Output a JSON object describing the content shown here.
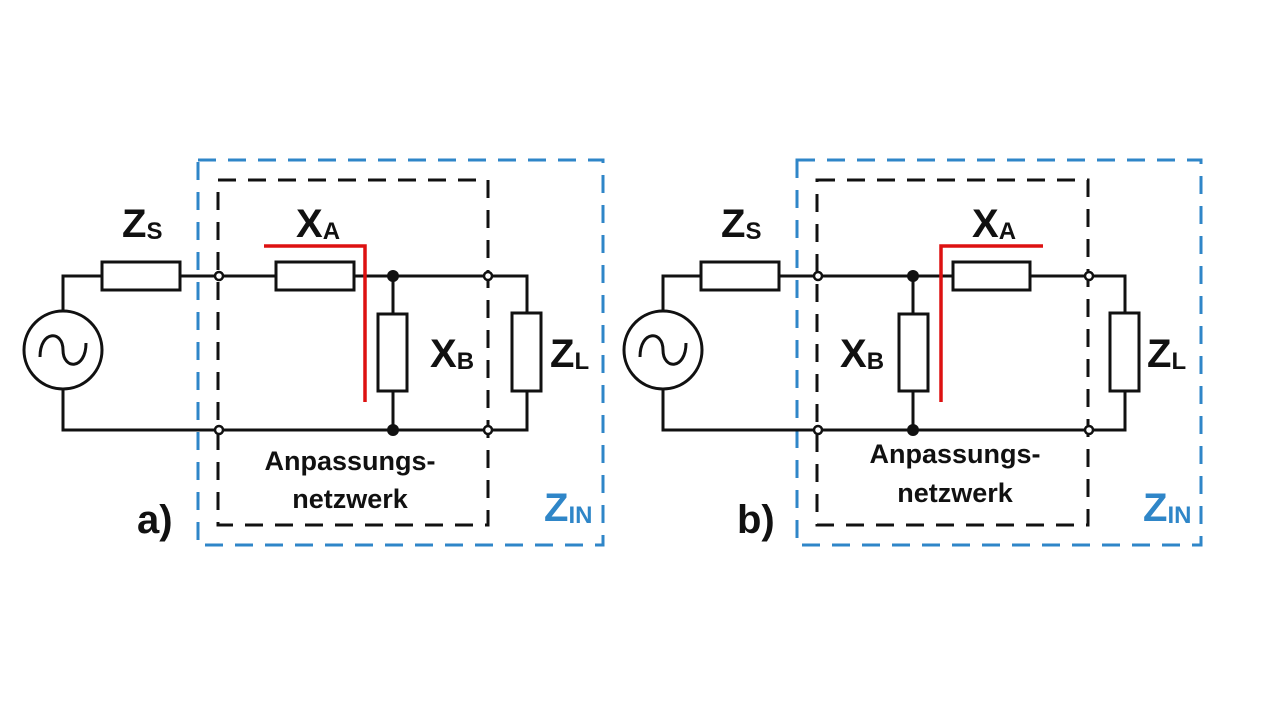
{
  "colors": {
    "wire": "#111111",
    "highlight": "#dd1111",
    "input_box": "#2f86c8",
    "network_box": "#111111"
  },
  "diagrams": [
    {
      "caption": "a)",
      "source_label": {
        "main": "Z",
        "sub": "S"
      },
      "series_element": {
        "main": "X",
        "sub": "A"
      },
      "shunt_element": {
        "main": "X",
        "sub": "B"
      },
      "load_label": {
        "main": "Z",
        "sub": "L"
      },
      "input_impedance": {
        "main": "Z",
        "sub": "IN"
      },
      "network_label_line1": "Anpassungs-",
      "network_label_line2": "netzwerk",
      "topology": "series-first"
    },
    {
      "caption": "b)",
      "source_label": {
        "main": "Z",
        "sub": "S"
      },
      "series_element": {
        "main": "X",
        "sub": "A"
      },
      "shunt_element": {
        "main": "X",
        "sub": "B"
      },
      "load_label": {
        "main": "Z",
        "sub": "L"
      },
      "input_impedance": {
        "main": "Z",
        "sub": "IN"
      },
      "network_label_line1": "Anpassungs-",
      "network_label_line2": "netzwerk",
      "topology": "shunt-first"
    }
  ],
  "icons": {
    "source": "ac-voltage-source-icon"
  }
}
